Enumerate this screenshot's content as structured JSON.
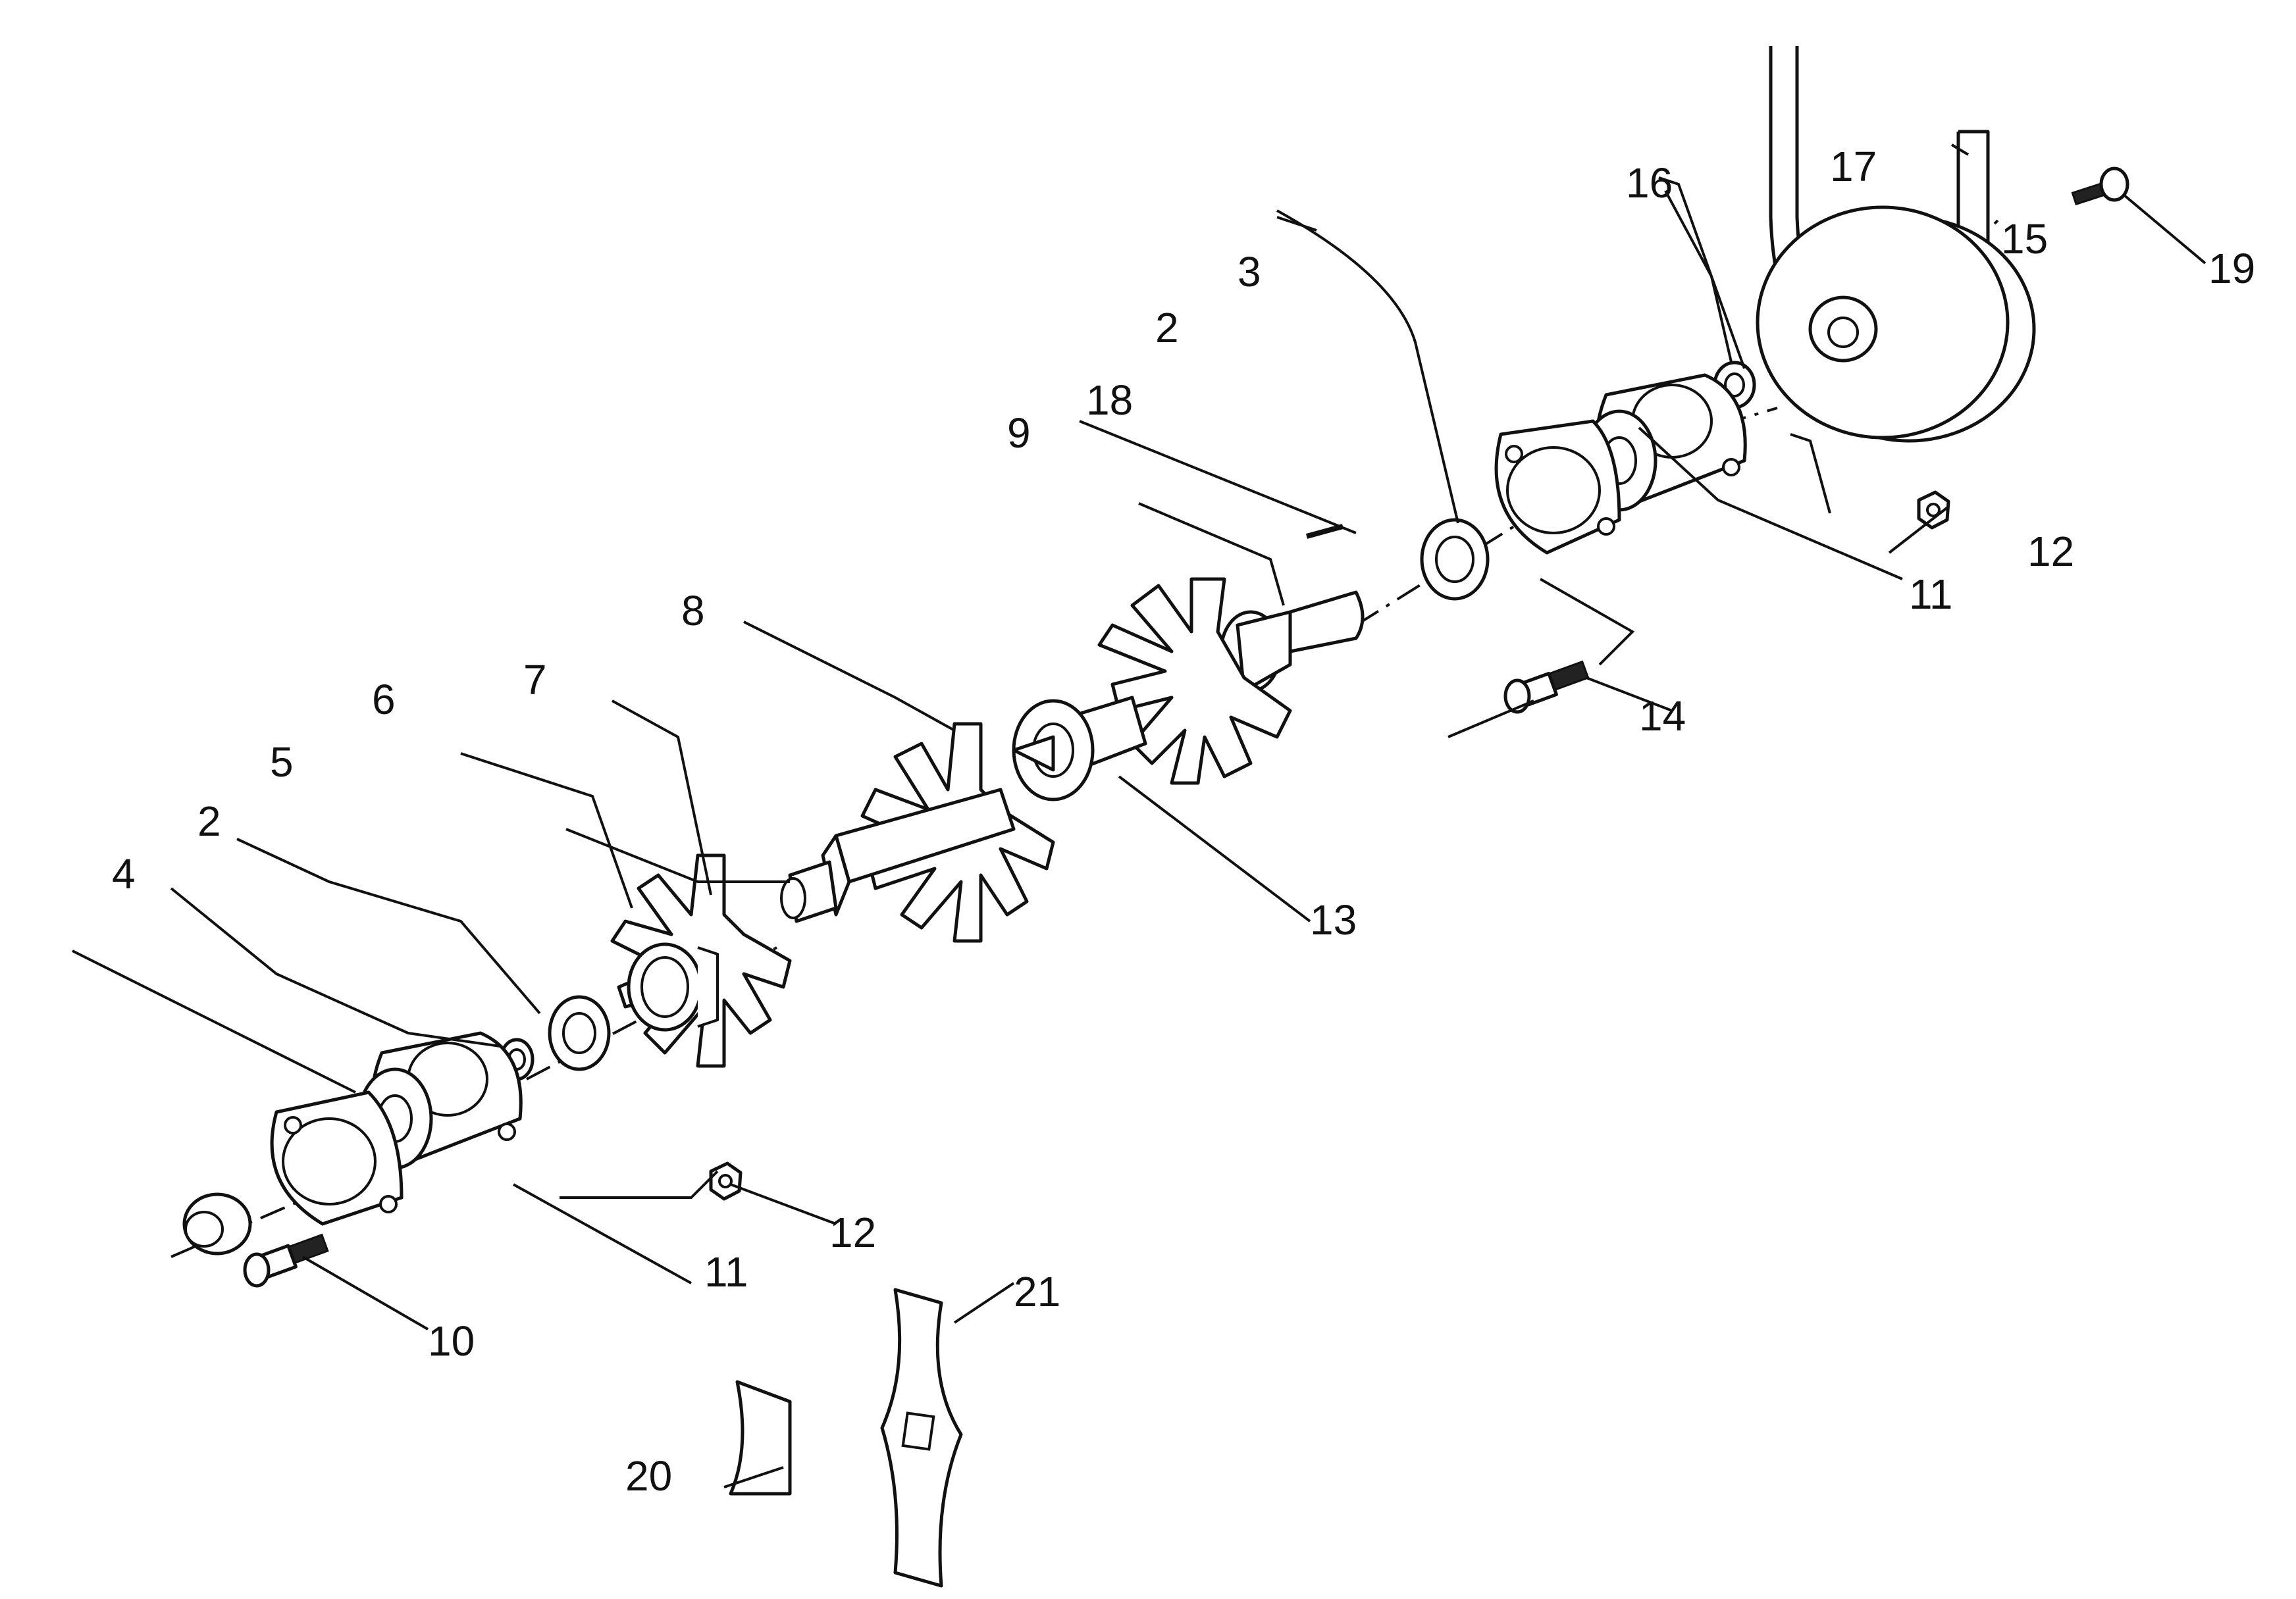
{
  "callouts": {
    "c2a": "2",
    "c2b": "2",
    "c3": "3",
    "c4": "4",
    "c5": "5",
    "c6": "6",
    "c7": "7",
    "c8": "8",
    "c9": "9",
    "c10": "10",
    "c11a": "11",
    "c11b": "11",
    "c12a": "12",
    "c12b": "12",
    "c13": "13",
    "c14": "14",
    "c15": "15",
    "c16": "16",
    "c17": "17",
    "c18": "18",
    "c19": "19",
    "c20": "20",
    "c21": "21"
  }
}
